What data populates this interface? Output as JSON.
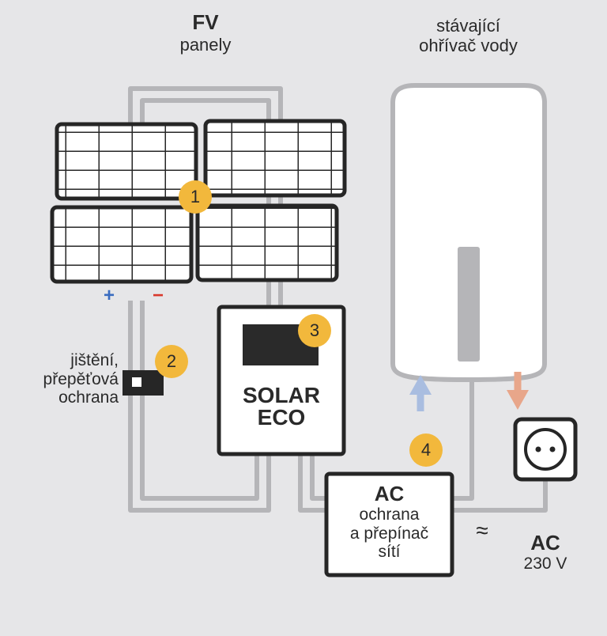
{
  "pv": {
    "title": "FV",
    "subtitle": "panely"
  },
  "heater": {
    "line1": "stávající",
    "line2": "ohřívač vody"
  },
  "protection": {
    "line1": "jištění,",
    "line2": "přepěťová",
    "line3": "ochrana"
  },
  "controller": {
    "line1": "SOLAR",
    "line2": "ECO"
  },
  "ac_box": {
    "title": "AC",
    "line1": "ochrana",
    "line2": "a přepínač",
    "line3": "sítí"
  },
  "grid": {
    "title": "AC",
    "voltage": "230 V",
    "symbol": "≈"
  },
  "polarity": {
    "plus": "+",
    "minus": "−"
  },
  "badges": [
    "1",
    "2",
    "3",
    "4"
  ],
  "colors": {
    "badge": "#f2b83c",
    "plus": "#3a6cc0",
    "minus": "#d9392c",
    "inflow_arrow": "#a9bde0",
    "outflow_arrow": "#e8a68a",
    "wire": "#b5b5b8",
    "outline": "#262626"
  }
}
